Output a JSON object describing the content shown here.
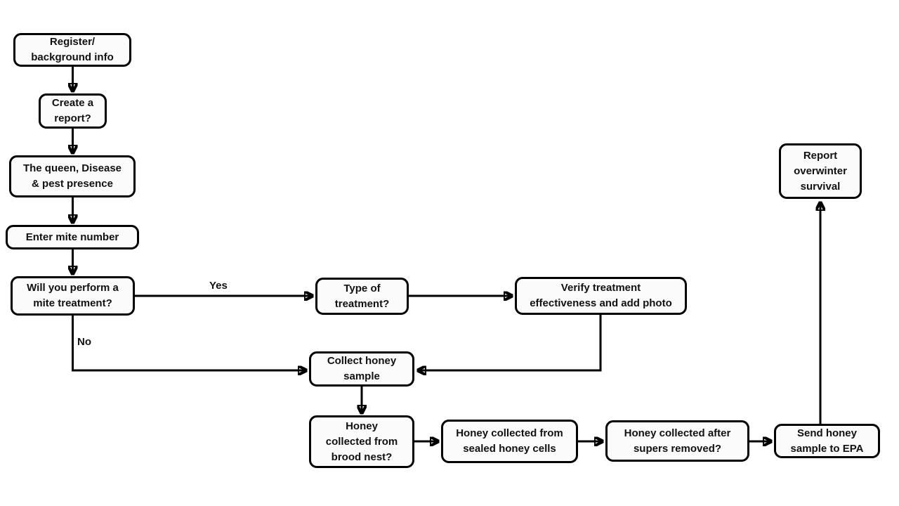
{
  "diagram": {
    "type": "flowchart",
    "background_color": "#ffffff",
    "node_fill_color": "#fbfbfb",
    "node_border_color": "#000000",
    "text_color": "#111111",
    "nodes": {
      "register": {
        "label": "Register/\nbackground info"
      },
      "create_report": {
        "label": "Create a\nreport?"
      },
      "queen_disease": {
        "label": "The queen, Disease\n& pest presence"
      },
      "enter_mite": {
        "label": "Enter mite number"
      },
      "mite_treatment": {
        "label": "Will you perform a\nmite treatment?"
      },
      "type_treatment": {
        "label": "Type of\ntreatment?"
      },
      "verify_treatment": {
        "label": "Verify treatment\neffectiveness and add photo"
      },
      "collect_honey": {
        "label": "Collect honey\nsample"
      },
      "brood_nest": {
        "label": "Honey\ncollected from\nbrood nest?"
      },
      "sealed_cells": {
        "label": "Honey collected from\nsealed honey cells"
      },
      "supers_removed": {
        "label": "Honey collected after\nsupers removed?"
      },
      "send_epa": {
        "label": "Send honey\nsample to EPA"
      },
      "report_overwinter": {
        "label": "Report\noverwinter\nsurvival"
      }
    },
    "edge_labels": {
      "yes": "Yes",
      "no": "No"
    },
    "edges": [
      {
        "from": "register",
        "to": "create_report"
      },
      {
        "from": "create_report",
        "to": "queen_disease"
      },
      {
        "from": "queen_disease",
        "to": "enter_mite"
      },
      {
        "from": "enter_mite",
        "to": "mite_treatment"
      },
      {
        "from": "mite_treatment",
        "to": "type_treatment",
        "label": "Yes"
      },
      {
        "from": "type_treatment",
        "to": "verify_treatment"
      },
      {
        "from": "verify_treatment",
        "to": "collect_honey"
      },
      {
        "from": "mite_treatment",
        "to": "collect_honey",
        "label": "No"
      },
      {
        "from": "collect_honey",
        "to": "brood_nest"
      },
      {
        "from": "brood_nest",
        "to": "sealed_cells"
      },
      {
        "from": "sealed_cells",
        "to": "supers_removed"
      },
      {
        "from": "supers_removed",
        "to": "send_epa"
      },
      {
        "from": "send_epa",
        "to": "report_overwinter"
      }
    ]
  }
}
